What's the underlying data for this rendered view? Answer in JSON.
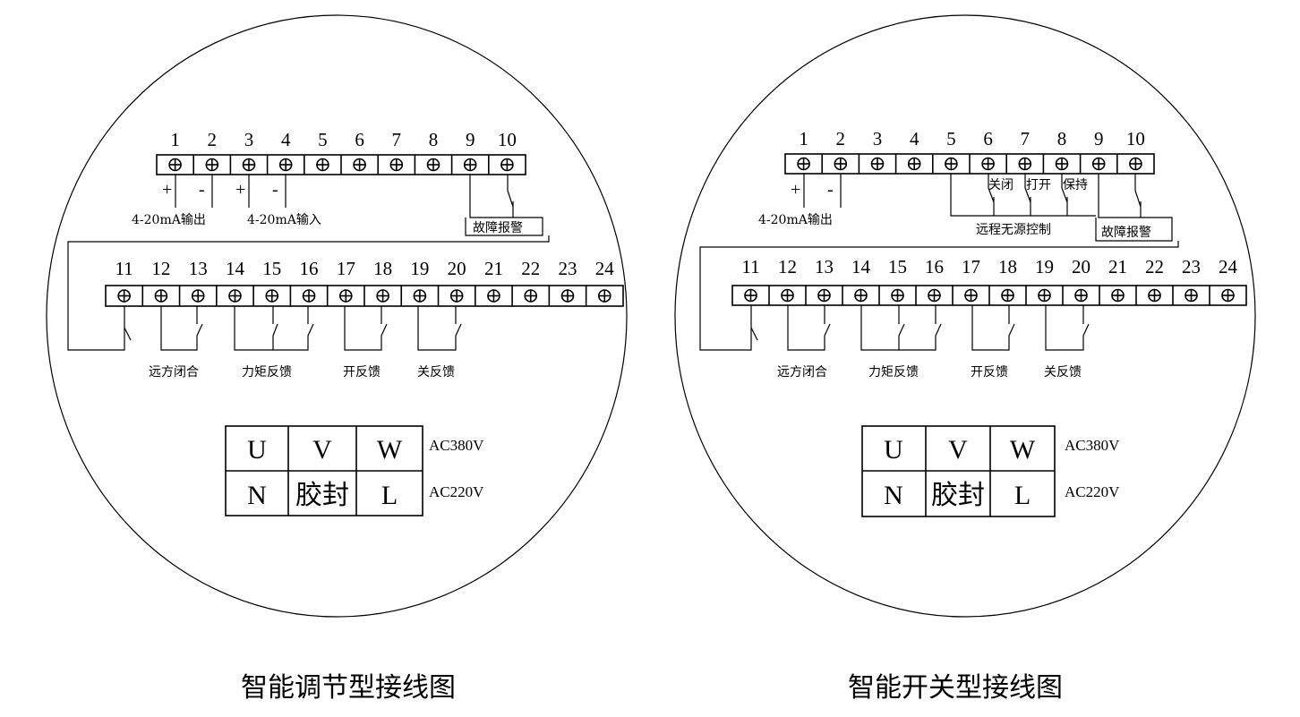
{
  "diagrams": [
    {
      "caption": "智能调节型接线图",
      "top_terminals": [
        "1",
        "2",
        "3",
        "4",
        "5",
        "6",
        "7",
        "8",
        "9",
        "10"
      ],
      "bottom_terminals": [
        "11",
        "12",
        "13",
        "14",
        "15",
        "16",
        "17",
        "18",
        "19",
        "20",
        "21",
        "22",
        "23",
        "24"
      ],
      "signs": [
        "+",
        "-",
        "+",
        "-"
      ],
      "top_labels": {
        "output": "4-20mA输出",
        "input": "4-20mA输入",
        "fault": "故障报警"
      },
      "bottom_labels": {
        "remote": "远方闭合",
        "torque": "力矩反馈",
        "open_fb": "开反馈",
        "close_fb": "关反馈"
      },
      "power_table": {
        "row1": [
          "U",
          "V",
          "W"
        ],
        "row2": [
          "N",
          "胶封",
          "L"
        ],
        "volt1": "AC380V",
        "volt2": "AC220V"
      }
    },
    {
      "caption": "智能开关型接线图",
      "top_terminals": [
        "1",
        "2",
        "3",
        "4",
        "5",
        "6",
        "7",
        "8",
        "9",
        "10"
      ],
      "bottom_terminals": [
        "11",
        "12",
        "13",
        "14",
        "15",
        "16",
        "17",
        "18",
        "19",
        "20",
        "21",
        "22",
        "23",
        "24"
      ],
      "signs": [
        "+",
        "-"
      ],
      "top_labels": {
        "output": "4-20mA输出",
        "close": "关闭",
        "open": "打开",
        "hold": "保持",
        "remote_ctrl": "远程无源控制",
        "fault": "故障报警"
      },
      "bottom_labels": {
        "remote": "远方闭合",
        "torque": "力矩反馈",
        "open_fb": "开反馈",
        "close_fb": "关反馈"
      },
      "power_table": {
        "row1": [
          "U",
          "V",
          "W"
        ],
        "row2": [
          "N",
          "胶封",
          "L"
        ],
        "volt1": "AC380V",
        "volt2": "AC220V"
      }
    }
  ]
}
